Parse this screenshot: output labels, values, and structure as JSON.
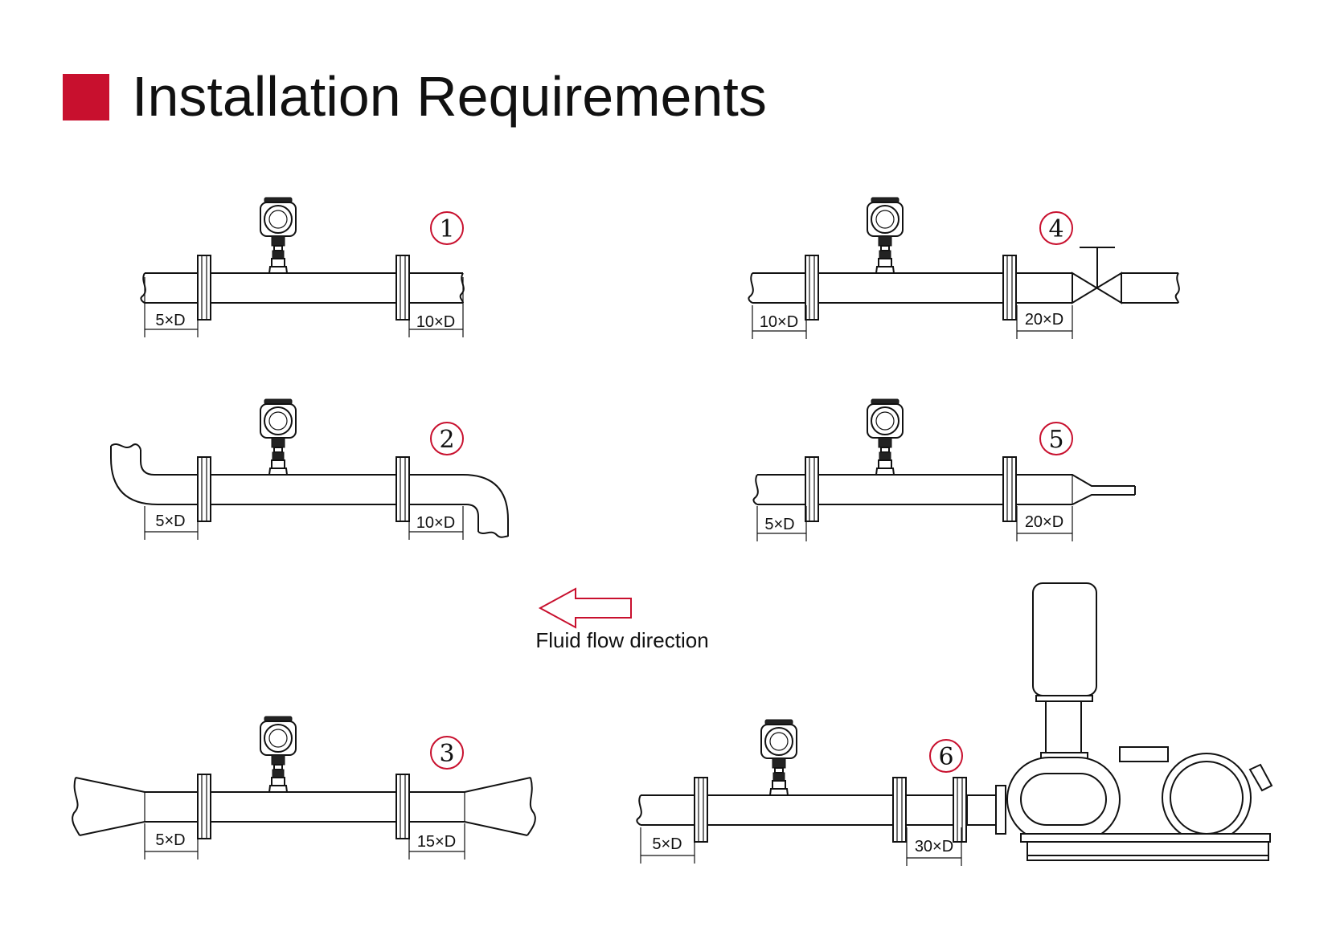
{
  "title": "Installation Requirements",
  "colors": {
    "accent": "#c8102e",
    "line": "#111111"
  },
  "flow": {
    "caption": "Fluid flow direction"
  },
  "panels": [
    {
      "number": "1",
      "upstream": "5×D",
      "downstream": "10×D"
    },
    {
      "number": "2",
      "upstream": "5×D",
      "downstream": "10×D"
    },
    {
      "number": "3",
      "upstream": "5×D",
      "downstream": "15×D"
    },
    {
      "number": "4",
      "upstream": "10×D",
      "downstream": "20×D"
    },
    {
      "number": "5",
      "upstream": "5×D",
      "downstream": "20×D"
    },
    {
      "number": "6",
      "upstream": "5×D",
      "downstream": "30×D"
    }
  ]
}
